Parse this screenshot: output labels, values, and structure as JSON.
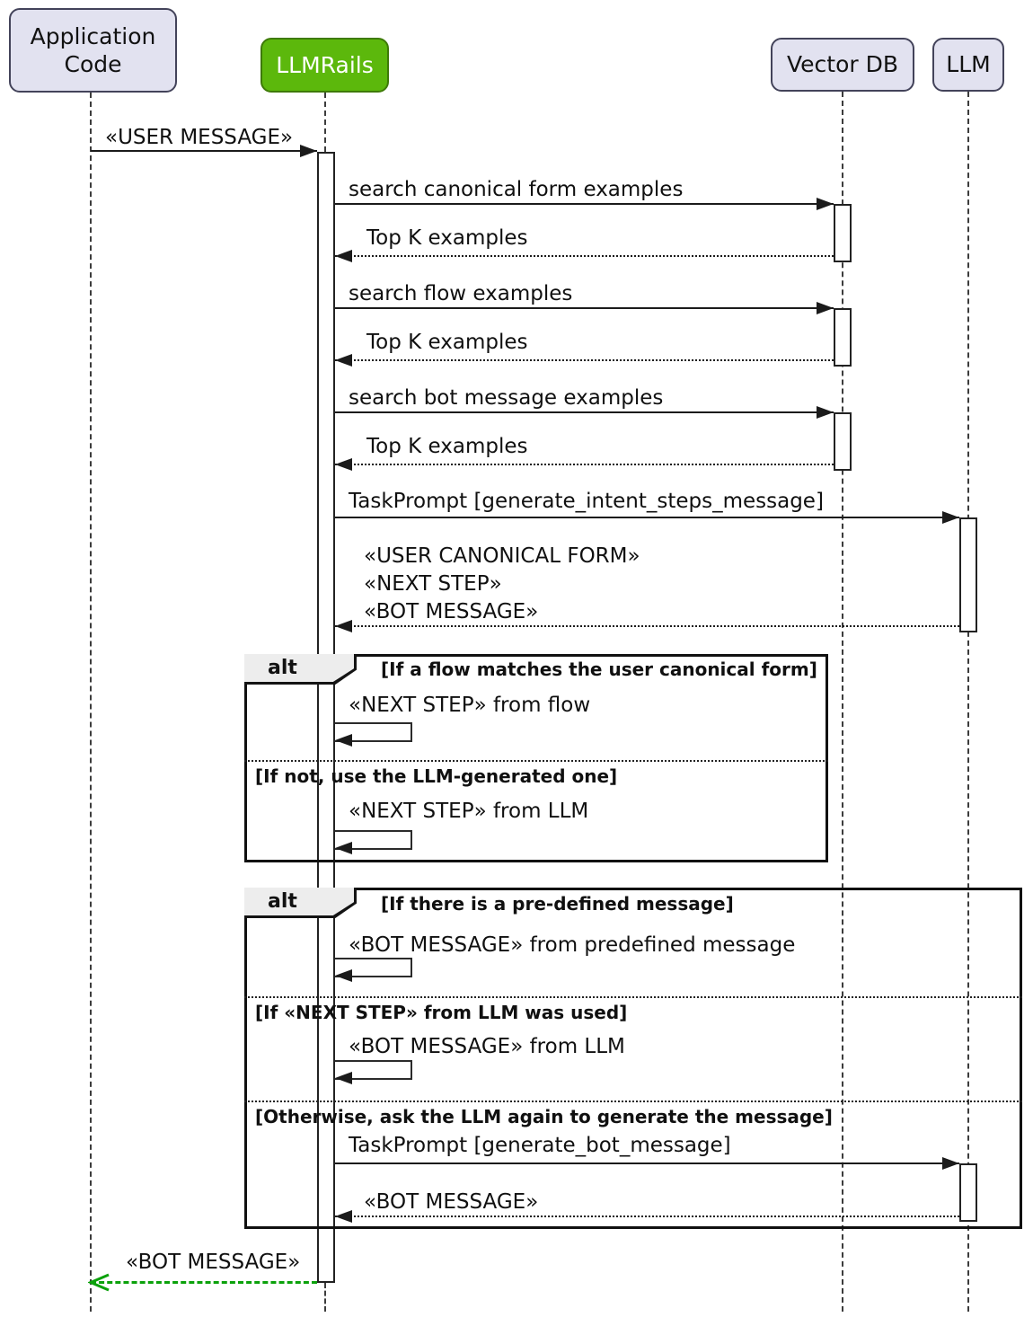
{
  "colors": {
    "participant_fill": "#E2E2F0",
    "participant_border": "#43435A",
    "rails_fill": "#5CB80C",
    "rails_border": "#3E7A08",
    "line": "#1B1B1B",
    "return_green": "#0BA10B",
    "frame_label_bg": "#EDEDED"
  },
  "participants": [
    {
      "id": "application-code",
      "label": "Application\nCode"
    },
    {
      "id": "llmrails",
      "label": "LLMRails"
    },
    {
      "id": "vector-db",
      "label": "Vector DB"
    },
    {
      "id": "llm",
      "label": "LLM"
    }
  ],
  "messages": {
    "user_message": "«USER MESSAGE»",
    "search_canonical": "search canonical form examples",
    "top_k_1": "Top K examples",
    "search_flow": "search flow examples",
    "top_k_2": "Top K examples",
    "search_bot": "search bot message examples",
    "top_k_3": "Top K examples",
    "task_prompt_intent": "TaskPrompt [generate_intent_steps_message]",
    "intent_reply_line_1": "«USER CANONICAL FORM»",
    "intent_reply_line_2": "«NEXT STEP»",
    "intent_reply_line_3": "«BOT MESSAGE»",
    "final_bot_message": "«BOT MESSAGE»"
  },
  "alt1": {
    "operator": "alt",
    "guard_1": "[If a flow matches the user canonical form]",
    "self_msg_1": "«NEXT STEP» from flow",
    "guard_2": "[If not, use the LLM-generated one]",
    "self_msg_2": "«NEXT STEP» from LLM"
  },
  "alt2": {
    "operator": "alt",
    "guard_1": "[If there is a pre-defined message]",
    "self_msg_1": "«BOT MESSAGE» from predefined message",
    "guard_2": "[If «NEXT STEP» from LLM was used]",
    "self_msg_2": "«BOT MESSAGE» from LLM",
    "guard_3": "[Otherwise, ask the LLM again to generate the message]",
    "task_prompt_bot": "TaskPrompt [generate_bot_message]",
    "bot_reply": "«BOT MESSAGE»"
  }
}
